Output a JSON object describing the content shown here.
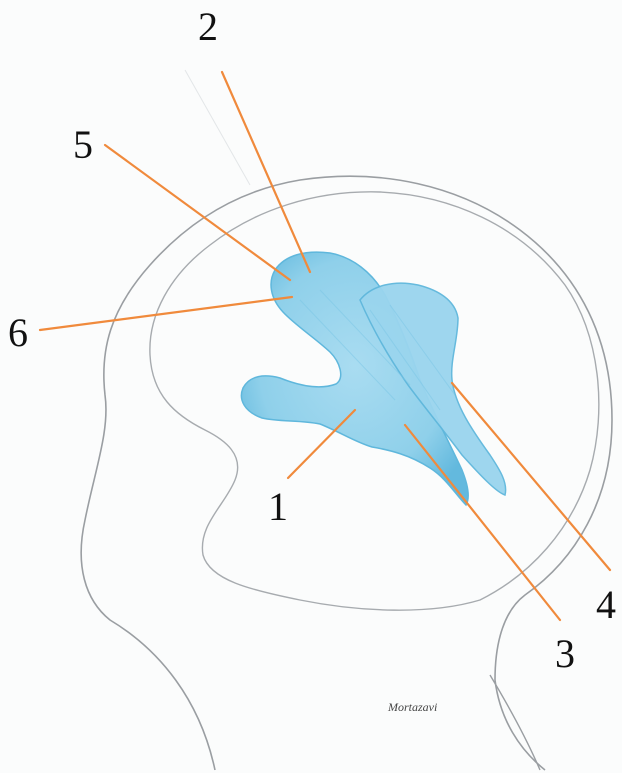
{
  "diagram": {
    "labels": {
      "l1": "1",
      "l2": "2",
      "l3": "3",
      "l4": "4",
      "l5": "5",
      "l6": "6"
    },
    "signature": "Mortazavi",
    "colors": {
      "paper": "#fbfcfc",
      "pencil": "#9a9ea2",
      "ventricle_fill": "#8fd0ea",
      "ventricle_shade": "#5fb7dc",
      "leader_line": "#f08a3c",
      "label_text": "#111111"
    }
  }
}
